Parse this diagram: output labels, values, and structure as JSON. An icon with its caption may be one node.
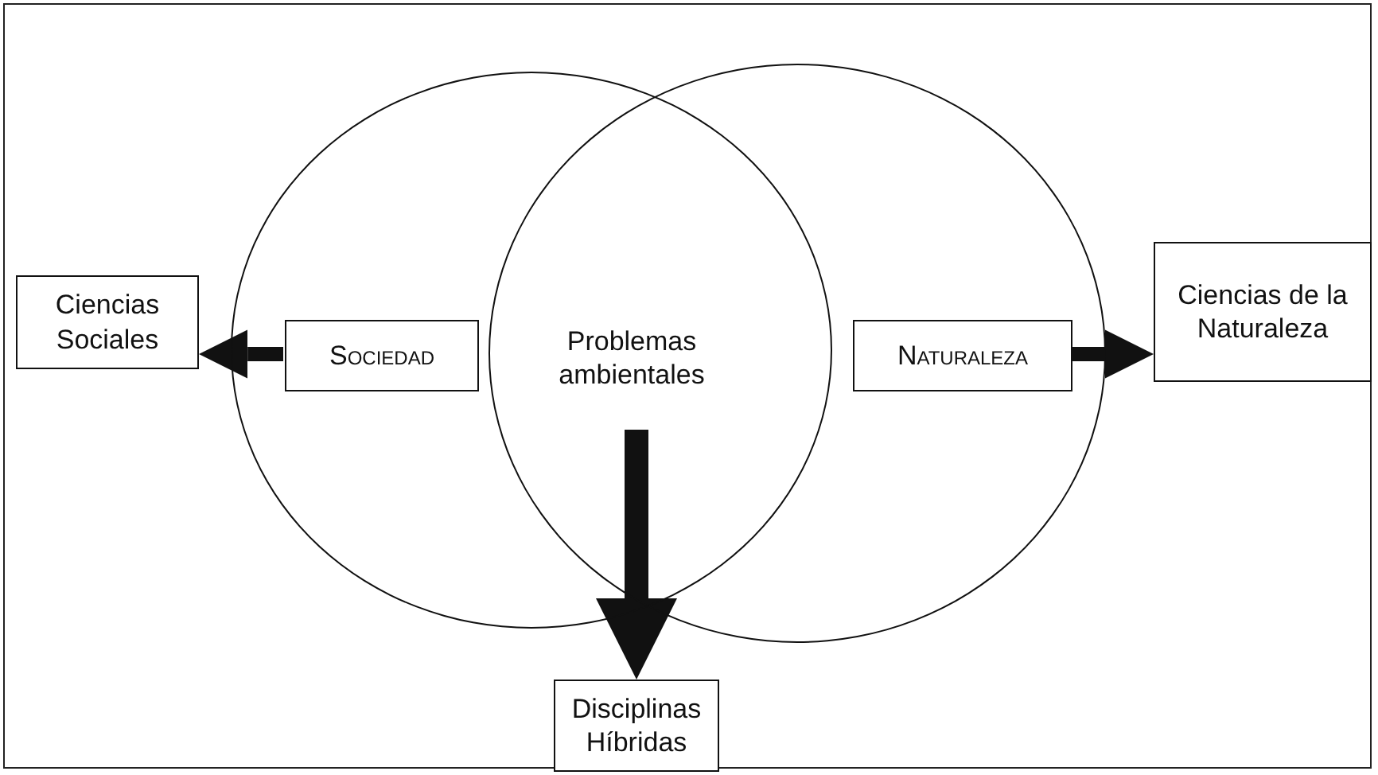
{
  "diagram": {
    "nodes": [
      {
        "text": [],
        "shape": "circle"
      },
      {
        "text": [],
        "shape": "circle"
      },
      {
        "text": [
          "Problemas ambientales"
        ]
      },
      {
        "text": [
          "Sociedad"
        ],
        "in": 0
      },
      {
        "text": [
          "Naturaleza"
        ],
        "in": 1
      },
      {
        "text": [
          "Ciencias Sociales"
        ]
      },
      {
        "text": [
          "Ciencias de la Naturaleza"
        ]
      },
      {
        "text": [
          "Disciplinas Híbridas"
        ]
      }
    ],
    "edges": [
      {
        "from": 3,
        "to": 5,
        "arrow": "to"
      },
      {
        "from": 4,
        "to": 6,
        "arrow": "to"
      },
      {
        "from": 2,
        "to": 7,
        "arrow": "to"
      }
    ]
  }
}
